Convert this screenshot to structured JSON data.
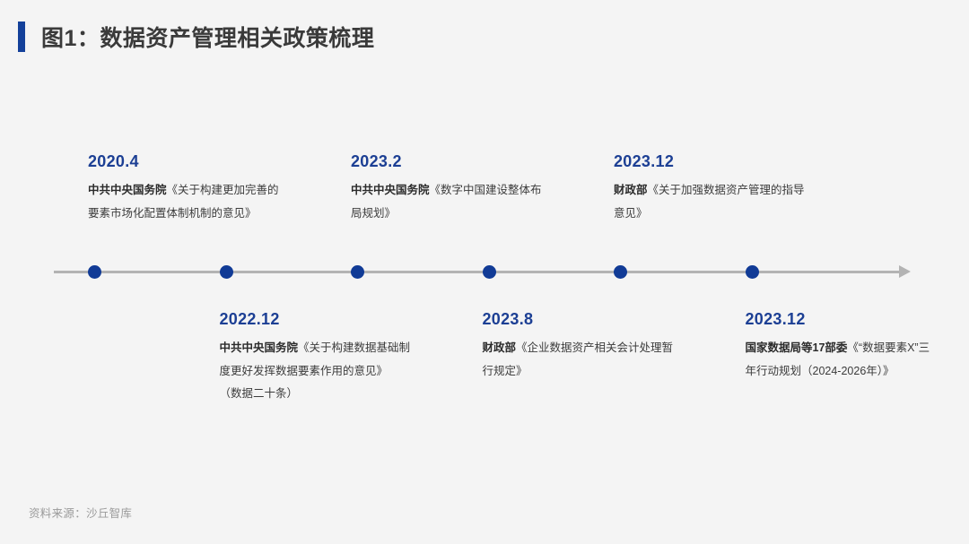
{
  "header": {
    "title": "图1：数据资产管理相关政策梳理",
    "accent_color": "#13409a"
  },
  "axis": {
    "line_color": "#b3b3b3",
    "dot_color": "#113b96",
    "arrow_direction": "right"
  },
  "timeline": {
    "entries": [
      {
        "year": "2020.4",
        "position": "top",
        "agency": "中共中央国务院",
        "document": "《关于构建更加完善的要素市场化配置体制机制的意见》",
        "note": ""
      },
      {
        "year": "2022.12",
        "position": "bottom",
        "agency": "中共中央国务院",
        "document": "《关于构建数据基础制度更好发挥数据要素作用的意见》",
        "note": "（数据二十条）"
      },
      {
        "year": "2023.2",
        "position": "top",
        "agency": "中共中央国务院",
        "document": "《数字中国建设整体布局规划》",
        "note": ""
      },
      {
        "year": "2023.8",
        "position": "bottom",
        "agency": "财政部",
        "document": "《企业数据资产相关会计处理暂行规定》",
        "note": ""
      },
      {
        "year": "2023.12",
        "position": "top",
        "agency": "财政部",
        "document": "《关于加强数据资产管理的指导意见》",
        "note": ""
      },
      {
        "year": "2023.12",
        "position": "bottom",
        "agency": "国家数据局等17部委",
        "document": "《“数据要素X”三年行动规划（2024-2026年）》",
        "note": ""
      }
    ]
  },
  "footer": {
    "source": "资料来源：沙丘智库"
  }
}
